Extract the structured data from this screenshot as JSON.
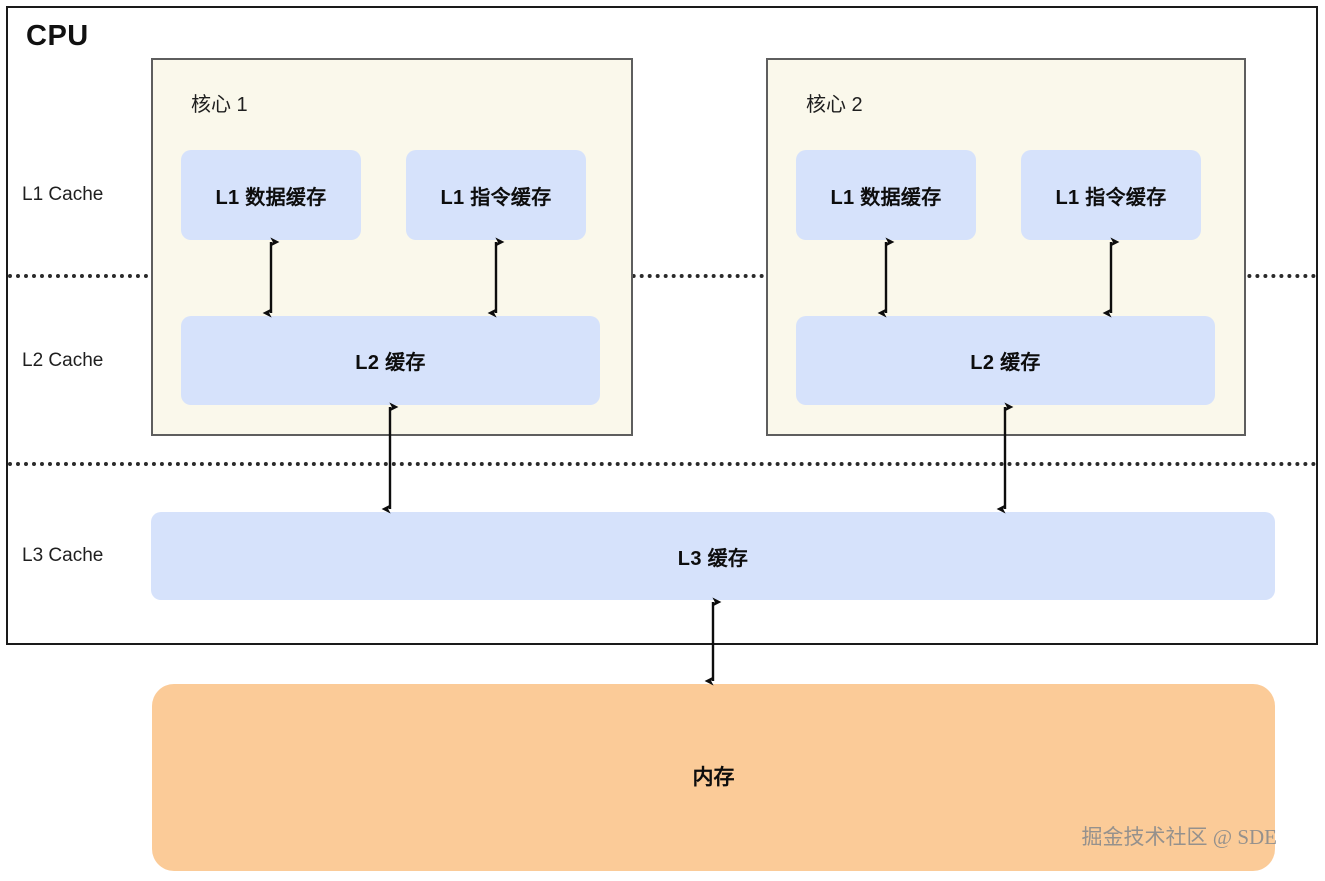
{
  "diagram": {
    "title": "CPU",
    "tiers": [
      {
        "id": "l1",
        "label": "L1 Cache"
      },
      {
        "id": "l2",
        "label": "L2 Cache"
      },
      {
        "id": "l3",
        "label": "L3 Cache"
      }
    ],
    "cores": [
      {
        "title": "核心 1",
        "l1_data": "L1 数据缓存",
        "l1_instruction": "L1 指令缓存",
        "l2": "L2 缓存"
      },
      {
        "title": "核心 2",
        "l1_data": "L1 数据缓存",
        "l1_instruction": "L1 指令缓存",
        "l2": "L2 缓存"
      }
    ],
    "l3_label": "L3 缓存",
    "memory_label": "内存",
    "watermark": "掘金技术社区 @ SDE",
    "colors": {
      "cache_fill": "#d6e2fb",
      "core_fill": "#faf8eb",
      "core_border": "#5e5e5e",
      "memory_fill": "#fbcb98",
      "outline": "#1a1a1a",
      "text": "#0d0d0d",
      "watermark": "#8d8d8d"
    }
  }
}
